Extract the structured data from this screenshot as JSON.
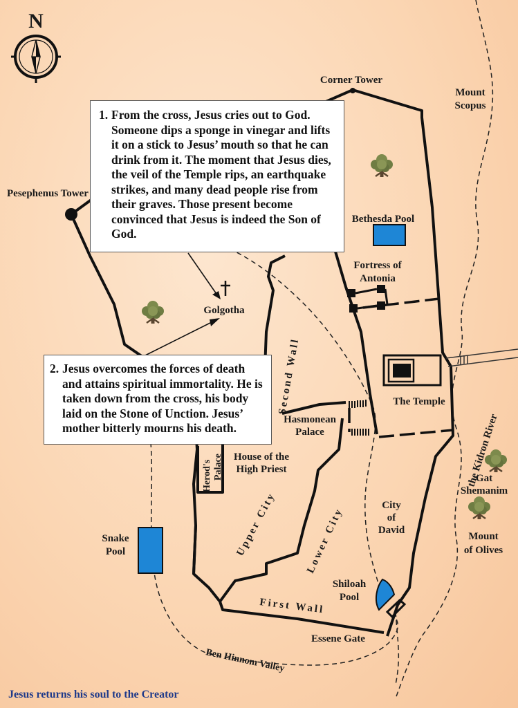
{
  "compass": {
    "letter": "N"
  },
  "labels": {
    "corner_tower": "Corner Tower",
    "mount_scopus": [
      "Mount",
      "Scopus"
    ],
    "pesephenus_tower": "Pesephenus Tower",
    "bethesda_pool": "Bethesda Pool",
    "fortress_antonia": [
      "Fortress of",
      "Antonia"
    ],
    "golgotha": "Golgotha",
    "second_wall": "Second Wall",
    "the_temple": "The Temple",
    "hasmonean_palace": [
      "Hasmonean",
      "Palace"
    ],
    "herods_palace": [
      "Herod's",
      "Palace"
    ],
    "house_high_priest": [
      "House of the",
      "High Priest"
    ],
    "upper_city": "Upper City",
    "lower_city": "Lower City",
    "city_of_david": [
      "City",
      "of",
      "David"
    ],
    "kidron_river": "the Kidron River",
    "gat_shemanim": [
      "Gat",
      "Shemanim"
    ],
    "mount_olives": [
      "Mount",
      "of Olives"
    ],
    "snake_pool": [
      "Snake",
      "Pool"
    ],
    "shiloah_pool": [
      "Shiloah",
      "Pool"
    ],
    "first_wall": "First Wall",
    "essene_gate": "Essene Gate",
    "ben_hinnom": "Ben Hinnom Valley"
  },
  "events": [
    {
      "number": "1.",
      "text": "From the cross, Jesus cries out to God. Someone dips a sponge in vinegar and lifts it on a stick to Jesus’ mouth so that he can drink from it. The moment that Jesus dies, the veil of the Temple rips, an earthquake strikes, and many dead people rise from their graves. Those present become convinced that Jesus is indeed the Son of God."
    },
    {
      "number": "2.",
      "text": "Jesus overcomes the forces of death and attains spiritual immortality. He is taken down from the cross, his body laid on the Stone of Unction. Jesus’ mother bitterly mourns his death."
    }
  ],
  "caption": "Jesus returns his soul to the Creator",
  "colors": {
    "pool_fill": "#1e86d6",
    "tree_foliage": "#6f7d43",
    "tree_trunk": "#5a4630",
    "caption": "#1f3a8a"
  },
  "icons": [
    "compass-icon",
    "cross-icon",
    "tree-icon",
    "pool-shape"
  ]
}
